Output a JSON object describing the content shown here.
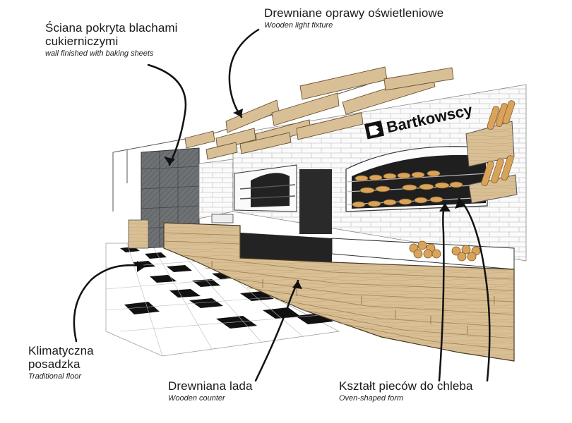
{
  "labels": {
    "wall": {
      "pl_line1": "Ściana pokryta blachami",
      "pl_line2": "cukierniczymi",
      "en": "wall finished with baking sheets"
    },
    "light": {
      "pl": "Drewniane oprawy oświetleniowe",
      "en": "Wooden light fixture"
    },
    "floor": {
      "pl_line1": "Klimatyczna",
      "pl_line2": "posadzka",
      "en": "Traditional floor"
    },
    "counter": {
      "pl": "Drewniana lada",
      "en": "Wooden counter"
    },
    "oven": {
      "pl": "Kształt pieców do chleba",
      "en": "Oven-shaped form"
    }
  },
  "sign": {
    "text": "Bartkowscy"
  },
  "colors": {
    "wood": "#d9bf95",
    "wood_dark": "#b89868",
    "ink": "#1a1a1a",
    "steel": "#6f7275",
    "oven_black": "#2a2a2a",
    "bread": "#d9a45a"
  }
}
